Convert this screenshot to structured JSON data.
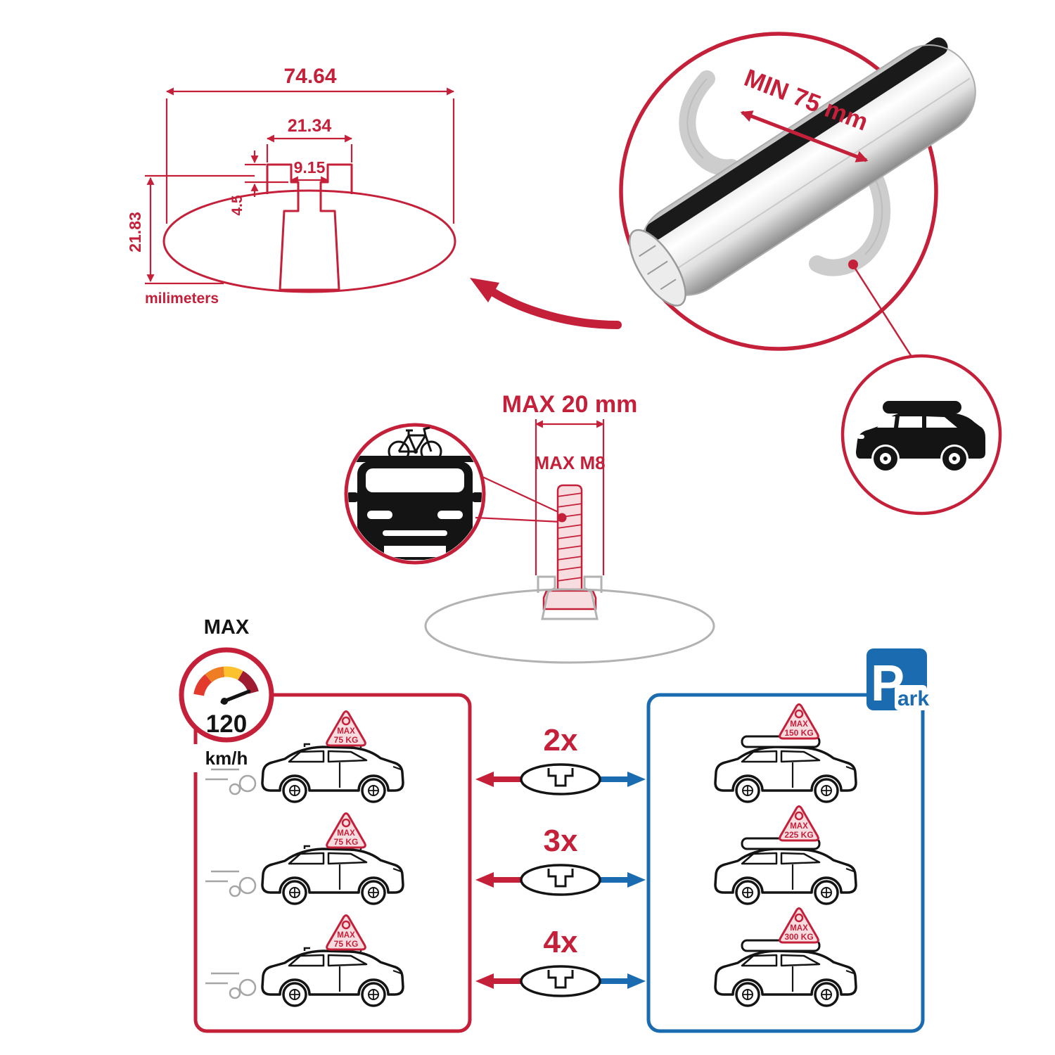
{
  "colors": {
    "accent_red": "#c5203a",
    "accent_blue": "#1a6bb0",
    "sign_pink": "#f7dde0",
    "sketch_gray": "#b2b2b2",
    "ink_black": "#141414",
    "gauge_red": "#e23b2d",
    "gauge_orange": "#ee7d23",
    "gauge_yellow": "#fcc22d",
    "gauge_maroon": "#9e1b32"
  },
  "dimension_diagram": {
    "total_width": "74.64",
    "slot_outer_width": "21.34",
    "slot_inner_width": "9.15",
    "lip_depth": "4.5",
    "total_height": "21.83",
    "units_label": "milimeters"
  },
  "bar_detail": {
    "min_clamp_span": "MIN 75 mm"
  },
  "bolt_diagram": {
    "max_length": "MAX 20 mm",
    "max_thread": "MAX M8"
  },
  "speed_limit": {
    "label": "MAX",
    "value": "120",
    "units": "km/h"
  },
  "park_sign": {
    "letter": "P",
    "suffix": "ark"
  },
  "driving_cars": [
    {
      "sign_title": "MAX",
      "sign_value": "75 KG"
    },
    {
      "sign_title": "MAX",
      "sign_value": "75 KG"
    },
    {
      "sign_title": "MAX",
      "sign_value": "75 KG"
    }
  ],
  "parked_cars": [
    {
      "sign_title": "MAX",
      "sign_value": "150 KG"
    },
    {
      "sign_title": "MAX",
      "sign_value": "225 KG"
    },
    {
      "sign_title": "MAX",
      "sign_value": "300 KG"
    }
  ],
  "bar_quantities": [
    {
      "label": "2x"
    },
    {
      "label": "3x"
    },
    {
      "label": "4x"
    }
  ]
}
